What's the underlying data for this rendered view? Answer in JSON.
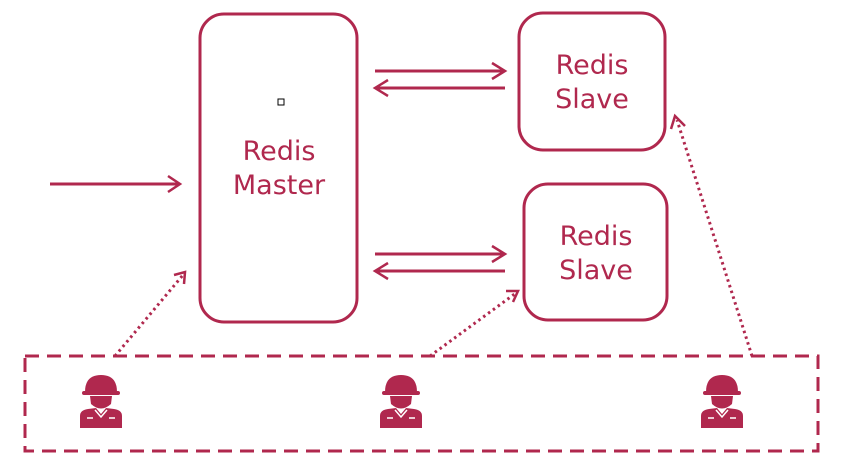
{
  "colors": {
    "accent": "#b0284e",
    "background": "#ffffff"
  },
  "master": {
    "line1": "Redis",
    "line2": "Master"
  },
  "slave_top": {
    "line1": "Redis",
    "line2": "Slave"
  },
  "slave_bottom": {
    "line1": "Redis",
    "line2": "Slave"
  },
  "sentinels": [
    {
      "icon": "sentinel-soldier-icon"
    },
    {
      "icon": "sentinel-soldier-icon"
    },
    {
      "icon": "sentinel-soldier-icon"
    }
  ]
}
